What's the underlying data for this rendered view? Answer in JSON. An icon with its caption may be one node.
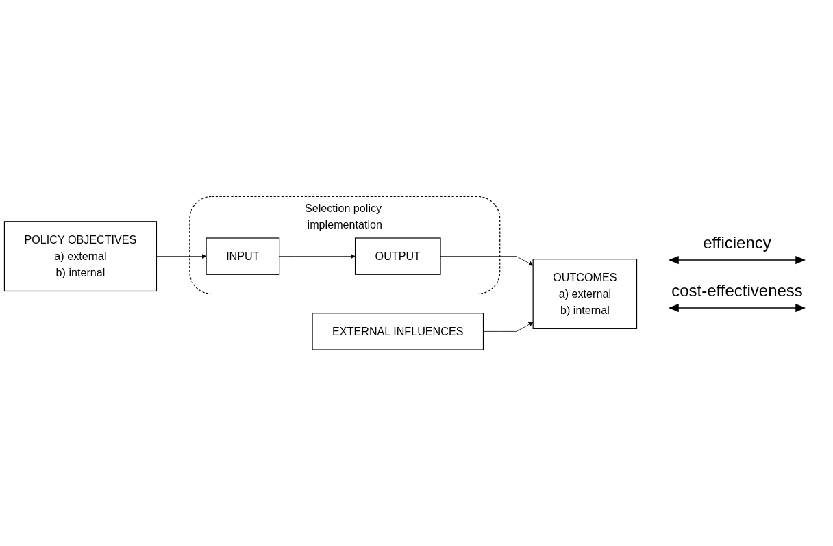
{
  "diagram": {
    "nodes": [
      {
        "text": [
          "POLICY OBJECTIVES",
          "a) external",
          "b) internal"
        ]
      },
      {
        "text": [
          "Selection policy implementation"
        ]
      },
      {
        "text": [
          "INPUT"
        ],
        "in": 1
      },
      {
        "text": [
          "OUTPUT"
        ],
        "in": 1
      },
      {
        "text": [
          "EXTERNAL INFLUENCES"
        ]
      },
      {
        "text": [
          "OUTCOMES",
          "a) external",
          "b) internal"
        ]
      }
    ],
    "edges": [
      {
        "from": 0,
        "to": 2,
        "arrow": "to"
      },
      {
        "from": 2,
        "to": 3,
        "arrow": "to"
      },
      {
        "from": 3,
        "to": 5,
        "arrow": "to"
      },
      {
        "from": 4,
        "to": 5,
        "arrow": "to"
      }
    ],
    "labels": [
      "efficiency",
      "cost-effectiveness"
    ]
  }
}
